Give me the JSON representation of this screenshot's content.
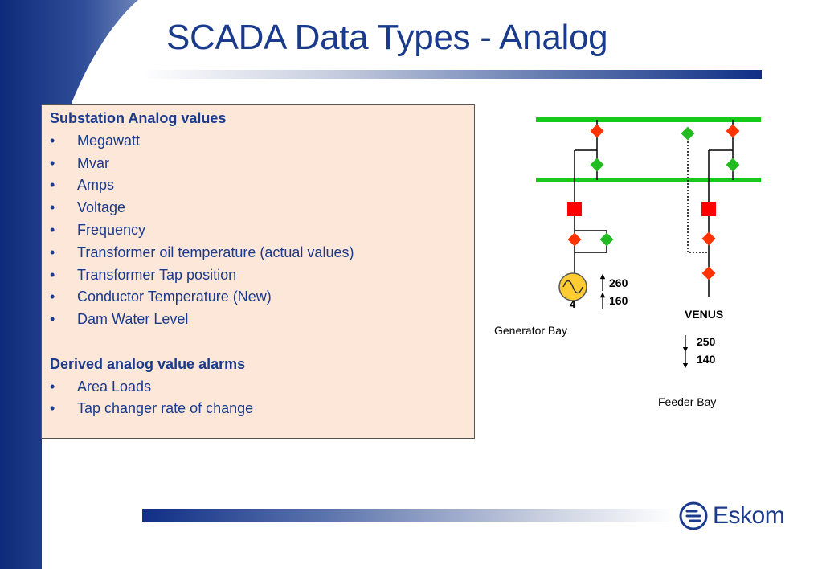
{
  "slide": {
    "title": "SCADA Data Types - Analog"
  },
  "colors": {
    "title": "#1a3a8c",
    "busbar": "#19c919",
    "breaker": "#ff0000",
    "isolator_open": "#ff3300",
    "isolator_closed": "#22bb22",
    "generator": "#ffcc33",
    "textbox_bg": "#fde7d9"
  },
  "content": {
    "section1": {
      "heading": "Substation Analog values",
      "items": [
        "Megawatt",
        "Mvar",
        "Amps",
        "Voltage",
        "Frequency",
        "Transformer oil temperature (actual values)",
        "Transformer Tap position",
        "Conductor Temperature (New)",
        "Dam Water Level"
      ]
    },
    "section2": {
      "heading": "Derived analog value alarms",
      "items": [
        "Area Loads",
        "Tap changer rate of change"
      ]
    },
    "bullet": "•"
  },
  "diagram": {
    "generator_bay": {
      "label": "Generator Bay",
      "generator_number": "4",
      "value_1": "260",
      "value_2": "160"
    },
    "feeder_bay": {
      "label": "Feeder Bay",
      "feeder_name": "VENUS",
      "value_1": "250",
      "value_2": "140"
    }
  },
  "logo": {
    "text": "Eskom"
  }
}
